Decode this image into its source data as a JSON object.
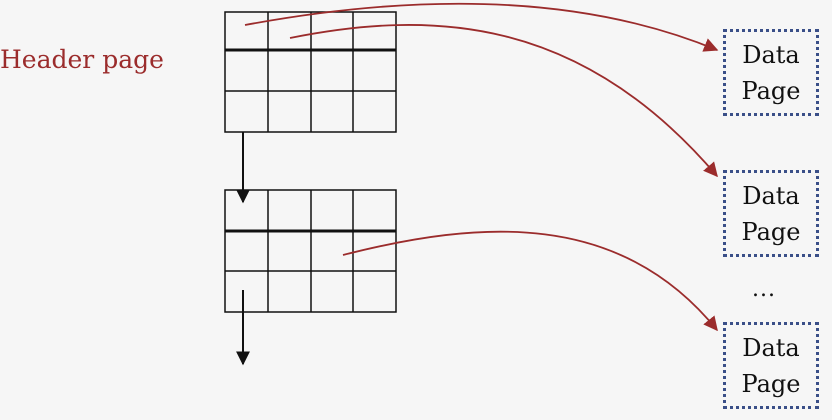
{
  "header_label": "Header page",
  "data_pages": [
    {
      "line1": "Data",
      "line2": "Page"
    },
    {
      "line1": "Data",
      "line2": "Page"
    },
    {
      "line1": "Data",
      "line2": "Page"
    }
  ],
  "ellipsis": "...",
  "colors": {
    "pointer": "#9b2c2c",
    "grid": "#111111",
    "data_page_border": "#3a4f88",
    "label": "#9b2c2c",
    "background": "#f6f6f6"
  }
}
